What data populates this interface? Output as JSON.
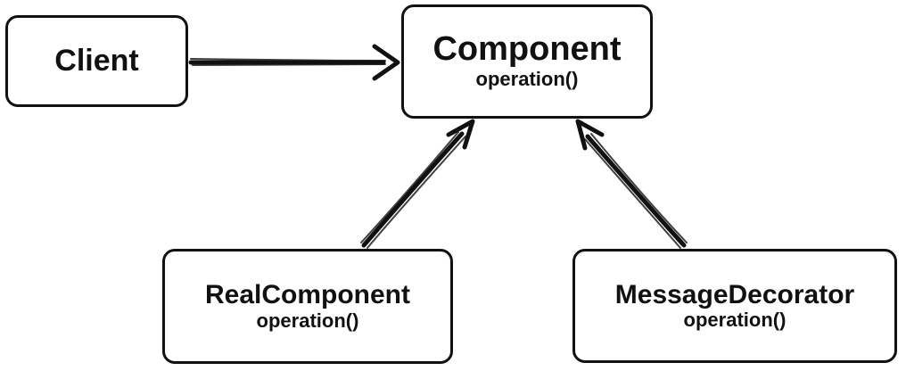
{
  "diagram": {
    "nodes": {
      "client": {
        "title": "Client"
      },
      "component": {
        "title": "Component",
        "method": "operation()"
      },
      "real_component": {
        "title": "RealComponent",
        "method": "operation()"
      },
      "message_decorator": {
        "title": "MessageDecorator",
        "method": "operation()"
      }
    },
    "edges": [
      {
        "from": "Client",
        "to": "Component",
        "type": "association"
      },
      {
        "from": "RealComponent",
        "to": "Component",
        "type": "arrow"
      },
      {
        "from": "MessageDecorator",
        "to": "Component",
        "type": "arrow"
      }
    ],
    "colors": {
      "stroke": "#111111",
      "background": "#ffffff"
    }
  }
}
